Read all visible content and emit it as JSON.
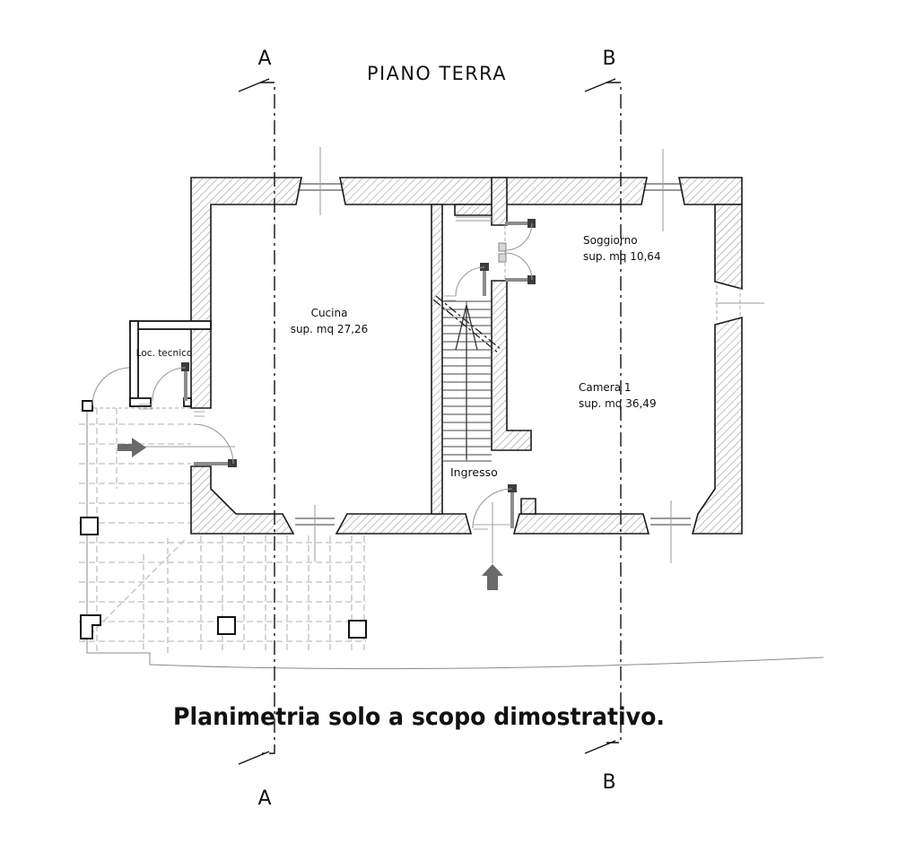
{
  "title": "PIANO TERRA",
  "caption": "Planimetria solo a scopo dimostrativo.",
  "section_markers": {
    "a": "A",
    "b": "B"
  },
  "rooms": {
    "cucina": {
      "name": "Cucina",
      "area": "sup. mq 27,26"
    },
    "soggiorno": {
      "name": "Soggiorno",
      "area": "sup. mq 10,64"
    },
    "camera1": {
      "name": "Camera 1",
      "area": "sup. mq 36,49"
    },
    "loc_tecnico": {
      "name": "Loc. tecnico"
    },
    "ingresso": {
      "name": "Ingresso"
    }
  },
  "colors": {
    "wall_outline": "#1a1a1a",
    "wall_hatch": "#9a9a9a",
    "door": "#8c8c8c",
    "entry_arrow": "#6a6a6a",
    "pergola": "#cbcbcb",
    "section_line": "#111111"
  }
}
